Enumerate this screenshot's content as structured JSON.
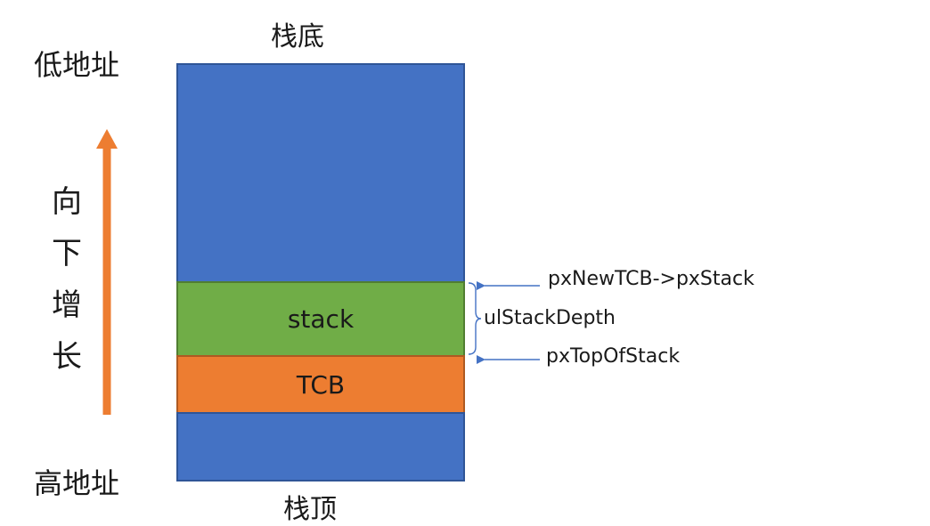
{
  "labels": {
    "low_address": "低地址",
    "high_address": "高地址",
    "stack_bottom": "栈底",
    "stack_top": "栈顶",
    "growth": [
      "向",
      "下",
      "增",
      "长"
    ]
  },
  "blocks": {
    "stack": "stack",
    "tcb": "TCB"
  },
  "annotations": {
    "px_stack": "pxNewTCB->pxStack",
    "depth": "ulStackDepth",
    "top_of_stack": "pxTopOfStack"
  },
  "colors": {
    "memory": "#4472c4",
    "stack": "#70ad47",
    "tcb": "#ed7d31",
    "growth_arrow": "#ed7d31",
    "pointer_arrow": "#4472c4"
  }
}
